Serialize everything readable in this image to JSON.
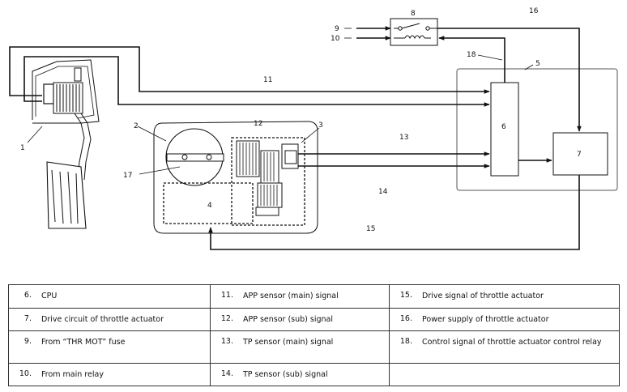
{
  "callouts": [
    "1",
    "2",
    "3",
    "4",
    "5",
    "6",
    "7",
    "8",
    "9",
    "10",
    "11",
    "12",
    "13",
    "14",
    "15",
    "16",
    "17",
    "18"
  ],
  "legend": {
    "rows": [
      [
        {
          "num": "6.",
          "text": "CPU"
        },
        {
          "num": "11.",
          "text": "APP sensor (main) signal"
        },
        {
          "num": "15.",
          "text": "Drive signal of throttle actuator"
        }
      ],
      [
        {
          "num": "7.",
          "text": "Drive circuit of throttle actuator"
        },
        {
          "num": "12.",
          "text": "APP sensor (sub) signal"
        },
        {
          "num": "16.",
          "text": "Power supply of throttle actuator"
        }
      ],
      [
        {
          "num": "9.",
          "text": "From “THR MOT” fuse"
        },
        {
          "num": "13.",
          "text": "TP sensor (main) signal"
        },
        {
          "num": "18.",
          "text": "Control signal of throttle actuator control relay"
        }
      ],
      [
        {
          "num": "10.",
          "text": "From main relay"
        },
        {
          "num": "14.",
          "text": "TP sensor (sub) signal"
        },
        {
          "num": "",
          "text": ""
        }
      ]
    ]
  }
}
